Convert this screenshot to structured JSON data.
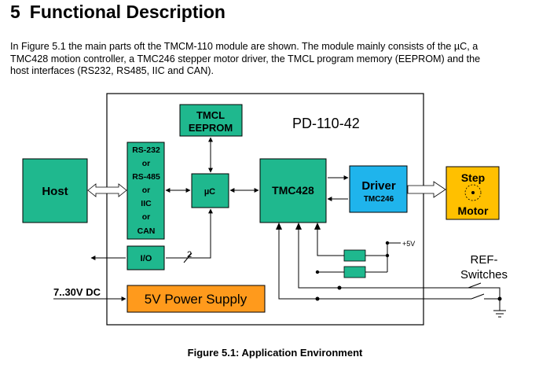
{
  "heading": {
    "number": "5",
    "title": "Functional Description"
  },
  "intro": [
    "In Figure 5.1 the main parts oft the TMCM-110 module are shown. The module mainly consists of the µC, a",
    "TMC428 motion controller, a TMC246 stepper motor driver, the TMCL program memory (EEPROM) and the",
    "host interfaces (RS232, RS485, IIC and CAN)."
  ],
  "diagram": {
    "board_label": "PD-110-42",
    "host": "Host",
    "interfaces": [
      "RS-232",
      "or",
      "RS-485",
      "or",
      "IIC",
      "or",
      "CAN"
    ],
    "eeprom": [
      "TMCL",
      "EEPROM"
    ],
    "uc": "µC",
    "tmc428": "TMC428",
    "driver": "Driver",
    "driver_sub": "TMC246",
    "motor": [
      "Step",
      "Motor"
    ],
    "io": "I/O",
    "bus_width": "2",
    "supply_input": "7..30V DC",
    "power_supply": "5V Power Supply",
    "ref_voltage": "+5V",
    "ref_switches": [
      "REF-",
      "Switches"
    ],
    "colors": {
      "green": "#1fb88e",
      "blue": "#1fb4ec",
      "orange": "#ff9a1c",
      "yellow": "#ffc000"
    }
  },
  "caption": "Figure 5.1: Application Environment"
}
